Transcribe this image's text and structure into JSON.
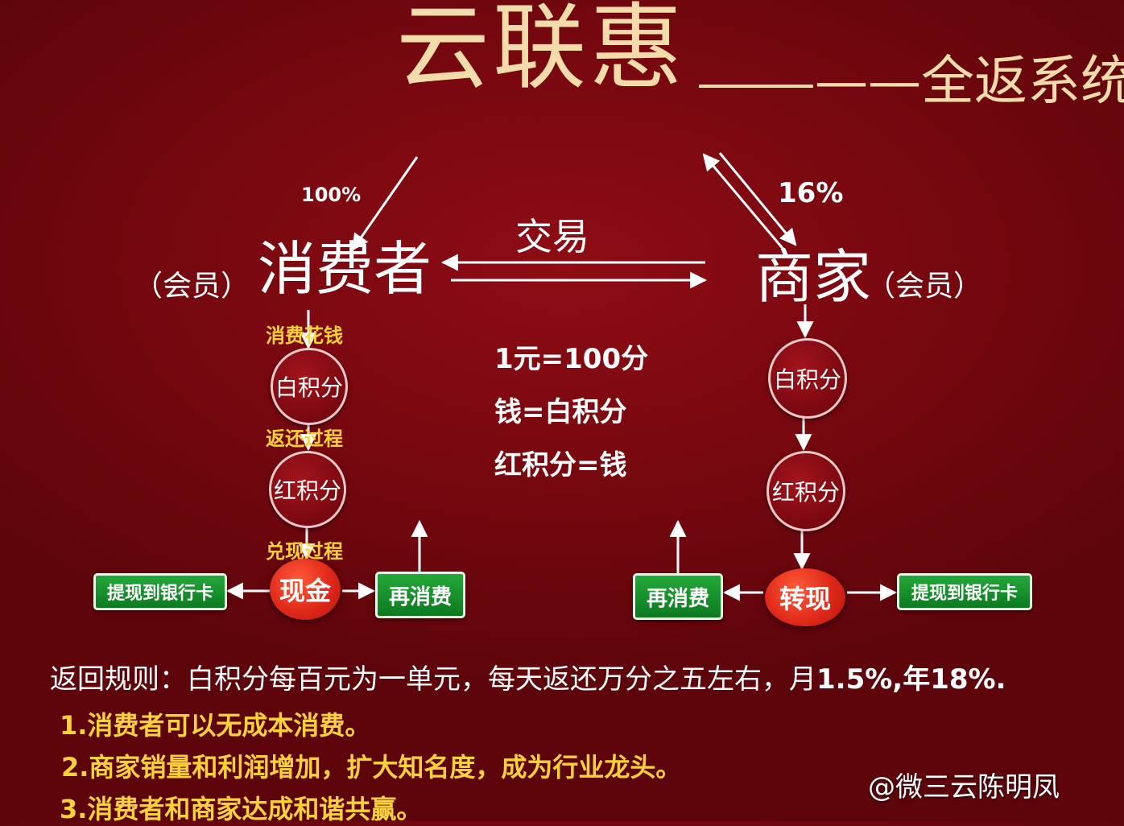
{
  "title": "云联惠",
  "subtitle": "——全返系统",
  "labels": {
    "pct_consumer": "100%",
    "pct_merchant": "16%",
    "trade": "交易",
    "consumer": "消费者",
    "merchant": "商家",
    "member_left": "（会员）",
    "member_right": "（会员）"
  },
  "consumer_flow": {
    "step1": "消费花钱",
    "node1": "白积分",
    "step2": "返还过程",
    "node2": "红积分",
    "step3": "兑现过程",
    "cash": "现金",
    "withdraw": "提现到银行卡",
    "respend": "再消费"
  },
  "merchant_flow": {
    "node1": "白积分",
    "node2": "红积分",
    "cash": "转现",
    "respend": "再消费",
    "withdraw": "提现到银行卡"
  },
  "equations": [
    "1元=100分",
    "钱=白积分",
    "红积分=钱"
  ],
  "rule": {
    "prefix": "返回规则：白积分每百元为一单元，每天返还万分之五左右，月",
    "bold": "1.5%,年18%."
  },
  "points": [
    {
      "num": "1.",
      "text": "消费者可以无成本消费。"
    },
    {
      "num": "2.",
      "text": "商家销量和利润增加，扩大知名度，成为行业龙头。"
    },
    {
      "num": "3.",
      "text": "消费者和商家达成和谐共赢。"
    }
  ],
  "watermark": "@微三云陈明凤",
  "colors": {
    "background": "#7a0810",
    "title": "#f4dcaa",
    "step": "#ffd23a",
    "button": "#1a9a30",
    "cash": "#e0291a"
  }
}
